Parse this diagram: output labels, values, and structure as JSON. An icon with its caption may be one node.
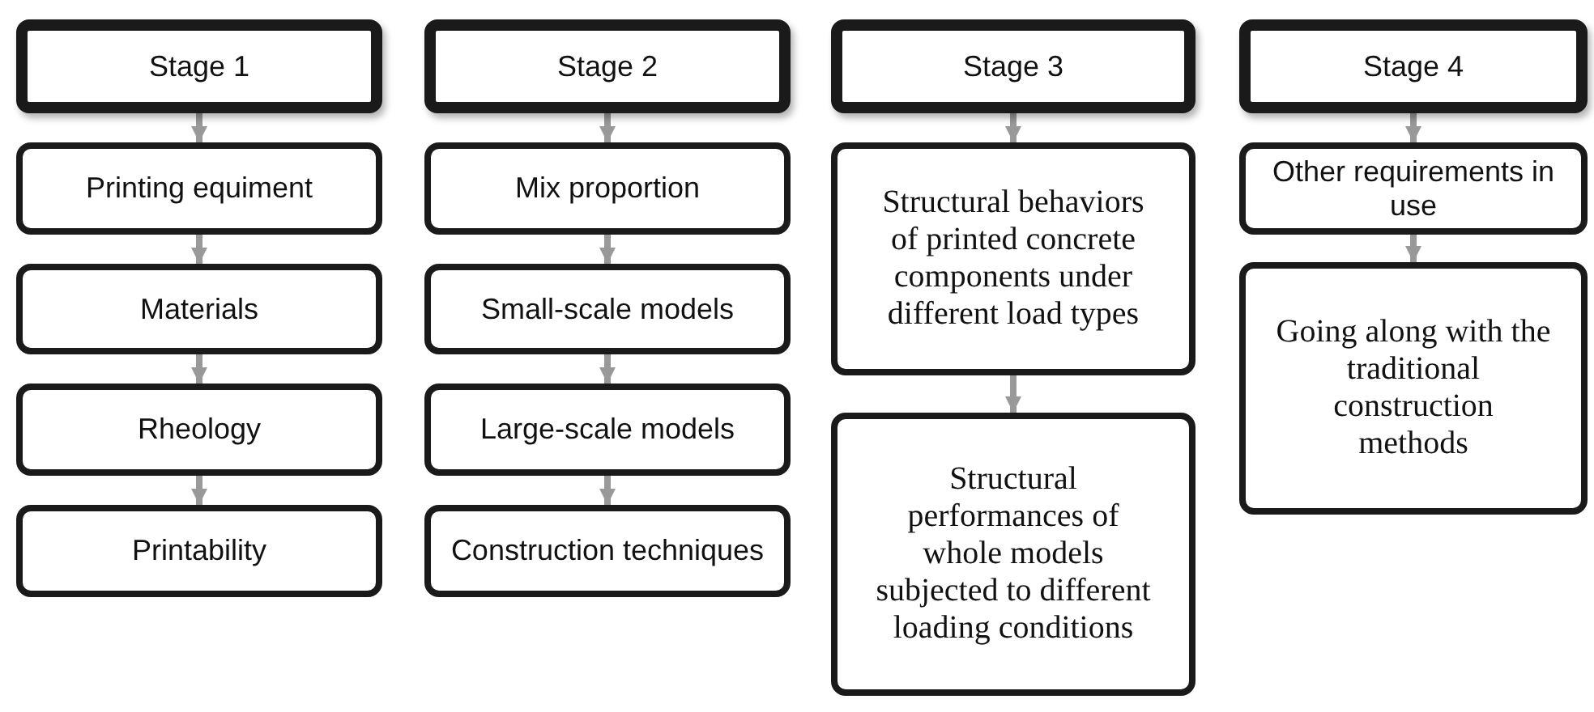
{
  "diagram": {
    "nodes": [
      {
        "text": [
          "Stage 1"
        ]
      },
      {
        "text": [
          "Printing equiment"
        ]
      },
      {
        "text": [
          "Materials"
        ]
      },
      {
        "text": [
          "Rheology"
        ]
      },
      {
        "text": [
          "Printability"
        ]
      },
      {
        "text": [
          "Stage 2"
        ]
      },
      {
        "text": [
          "Mix proportion"
        ]
      },
      {
        "text": [
          "Small-scale models"
        ]
      },
      {
        "text": [
          "Large-scale models"
        ]
      },
      {
        "text": [
          "Construction techniques"
        ]
      },
      {
        "text": [
          "Stage 3"
        ]
      },
      {
        "text": [
          "Structural behaviors of printed concrete components under different load types"
        ]
      },
      {
        "text": [
          "Structural performances of whole models subjected to different loading conditions"
        ]
      },
      {
        "text": [
          "Stage 4"
        ]
      },
      {
        "text": [
          "Other requirements in use"
        ]
      },
      {
        "text": [
          "Going along with the traditional construction methods"
        ]
      }
    ],
    "edges": [
      {
        "from": 0,
        "to": 1,
        "arrow": "to"
      },
      {
        "from": 1,
        "to": 2,
        "arrow": "to"
      },
      {
        "from": 2,
        "to": 3,
        "arrow": "to"
      },
      {
        "from": 3,
        "to": 4,
        "arrow": "to"
      },
      {
        "from": 5,
        "to": 6,
        "arrow": "to"
      },
      {
        "from": 6,
        "to": 7,
        "arrow": "to"
      },
      {
        "from": 7,
        "to": 8,
        "arrow": "to"
      },
      {
        "from": 8,
        "to": 9,
        "arrow": "to"
      },
      {
        "from": 10,
        "to": 11,
        "arrow": "to"
      },
      {
        "from": 11,
        "to": 12,
        "arrow": "to"
      },
      {
        "from": 13,
        "to": 14,
        "arrow": "to"
      },
      {
        "from": 14,
        "to": 15,
        "arrow": "to"
      }
    ]
  }
}
